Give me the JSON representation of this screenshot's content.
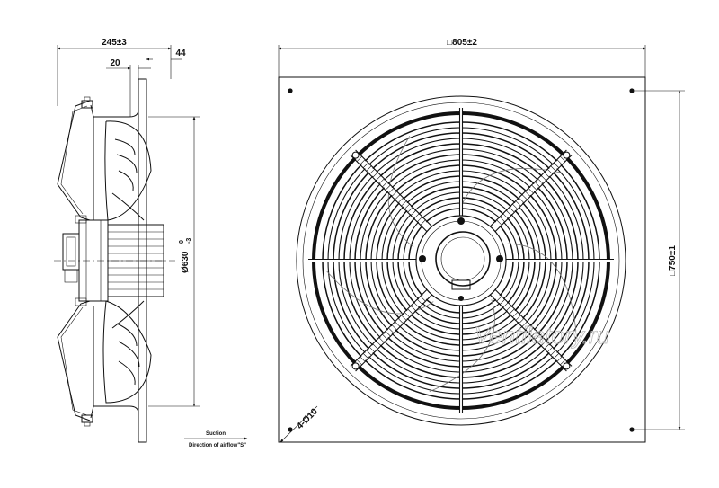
{
  "dimensions": {
    "side_depth": "245±3",
    "side_20": "20",
    "side_44": "44",
    "frame_width": "805±2",
    "frame_width_symbol": "□",
    "frame_height": "750±1",
    "frame_height_symbol": "□",
    "impeller_diameter_main": "Ø630",
    "impeller_diameter_sup": "0",
    "impeller_diameter_sub": "-3",
    "mounting_holes": "4-Ø10"
  },
  "labels": {
    "suction": "Suction",
    "airflow_direction": "Direction of airflow\"S\""
  },
  "watermark": {
    "text": "Ventilatory.ru"
  },
  "colors": {
    "line": "#111111",
    "background": "#ffffff",
    "watermark": "#bdbdbd"
  }
}
